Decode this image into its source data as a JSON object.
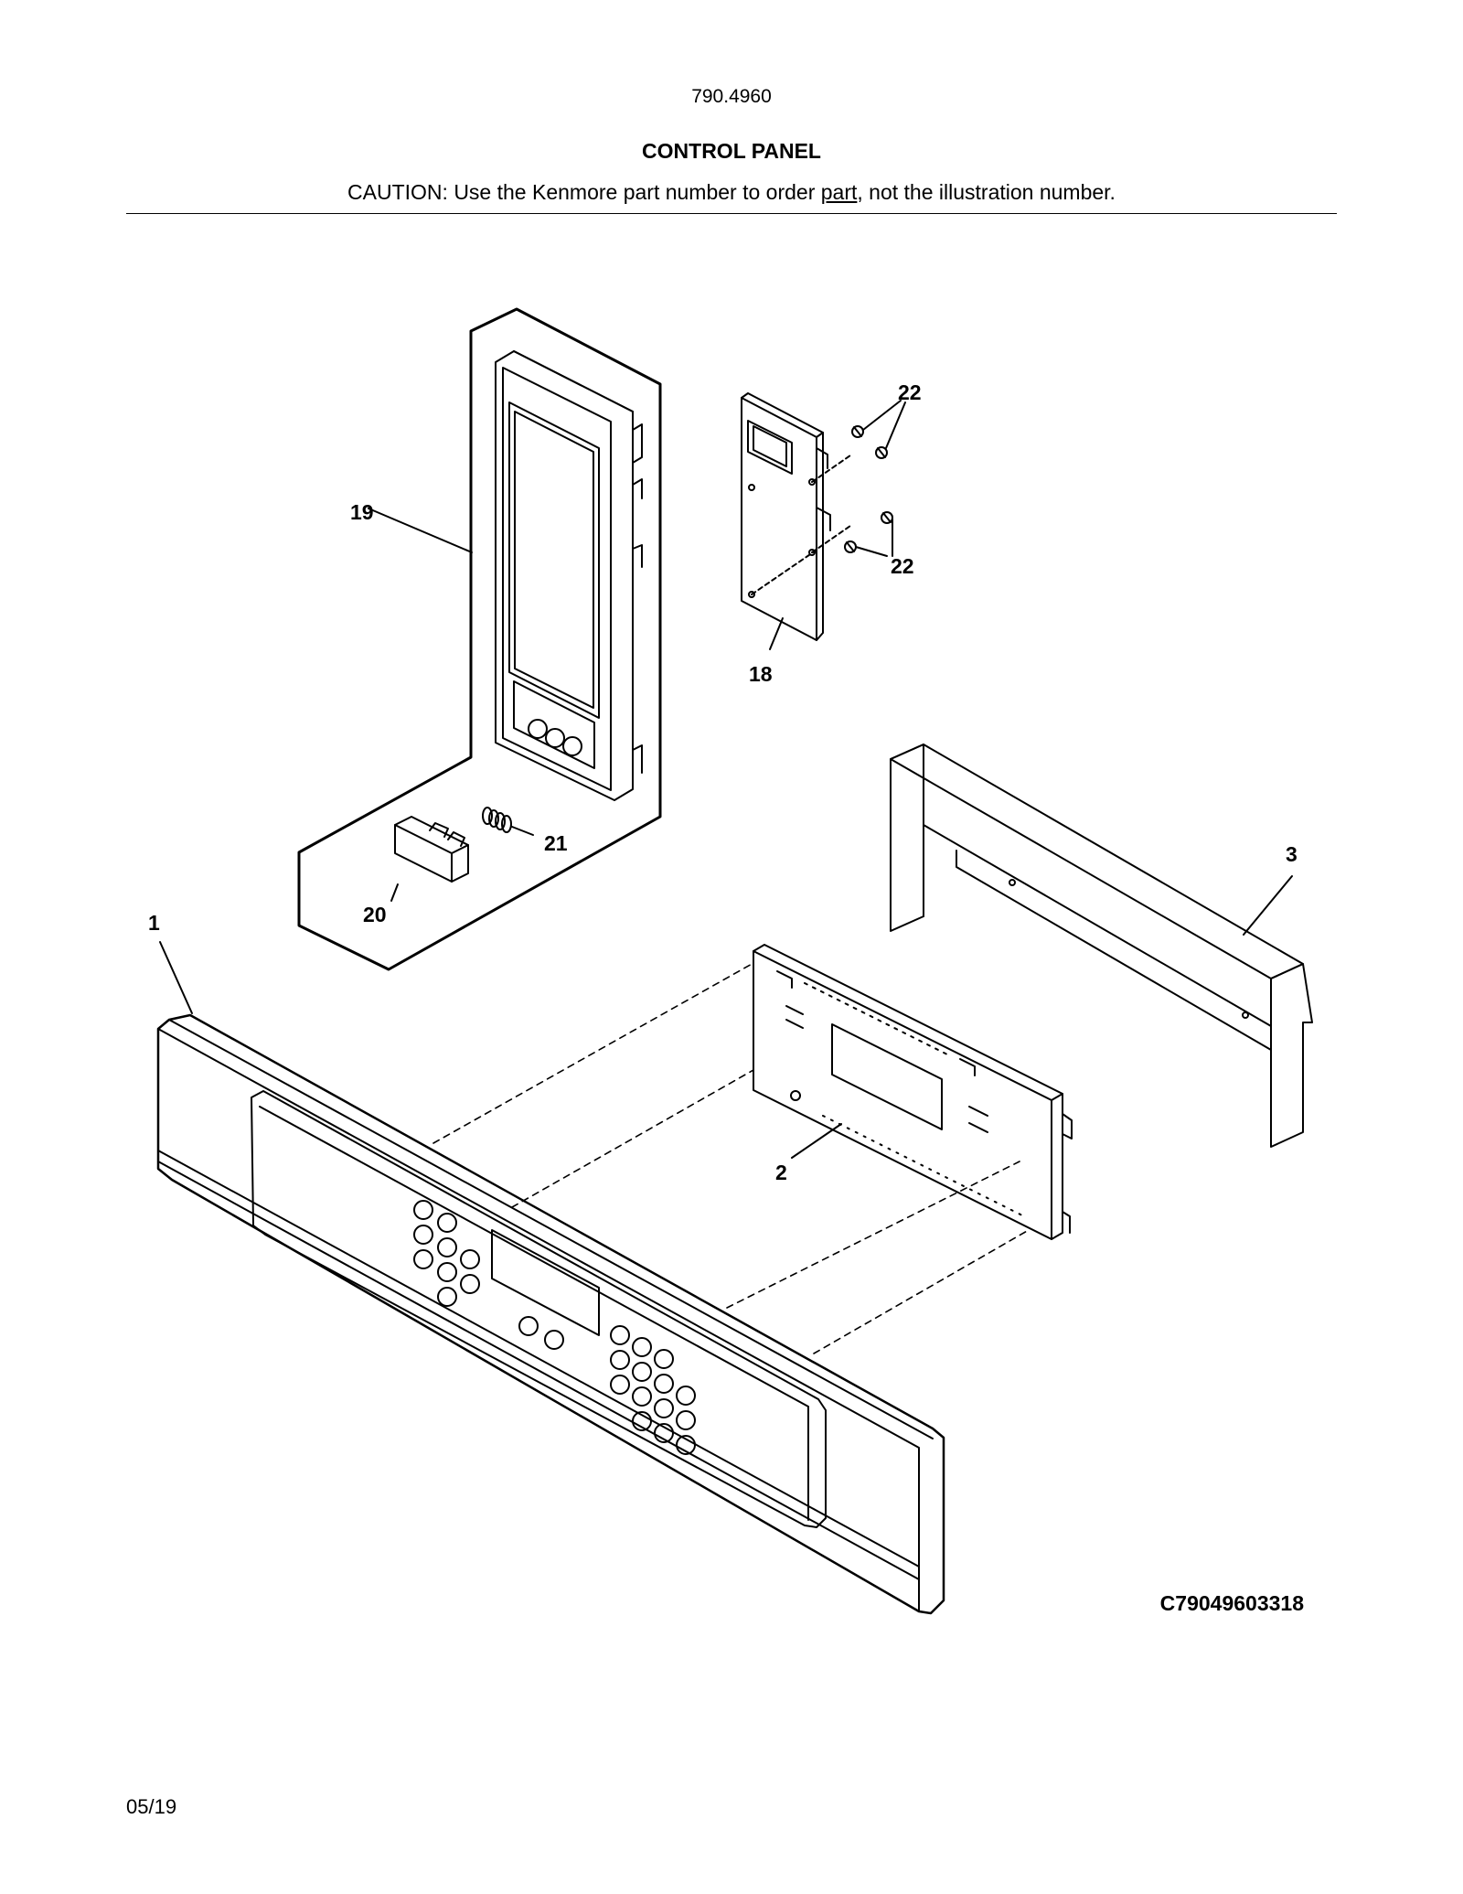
{
  "header": {
    "model_number": "790.4960",
    "title": "CONTROL PANEL",
    "caution_prefix": "CAUTION: Use the Kenmore part number to order ",
    "caution_link": "part",
    "caution_suffix": ", not the illustration number."
  },
  "callouts": {
    "c1": "1",
    "c2": "2",
    "c3": "3",
    "c18": "18",
    "c19": "19",
    "c20": "20",
    "c21": "21",
    "c22a": "22",
    "c22b": "22"
  },
  "footer": {
    "diagram_id": "C79049603318",
    "date": "05/19"
  }
}
